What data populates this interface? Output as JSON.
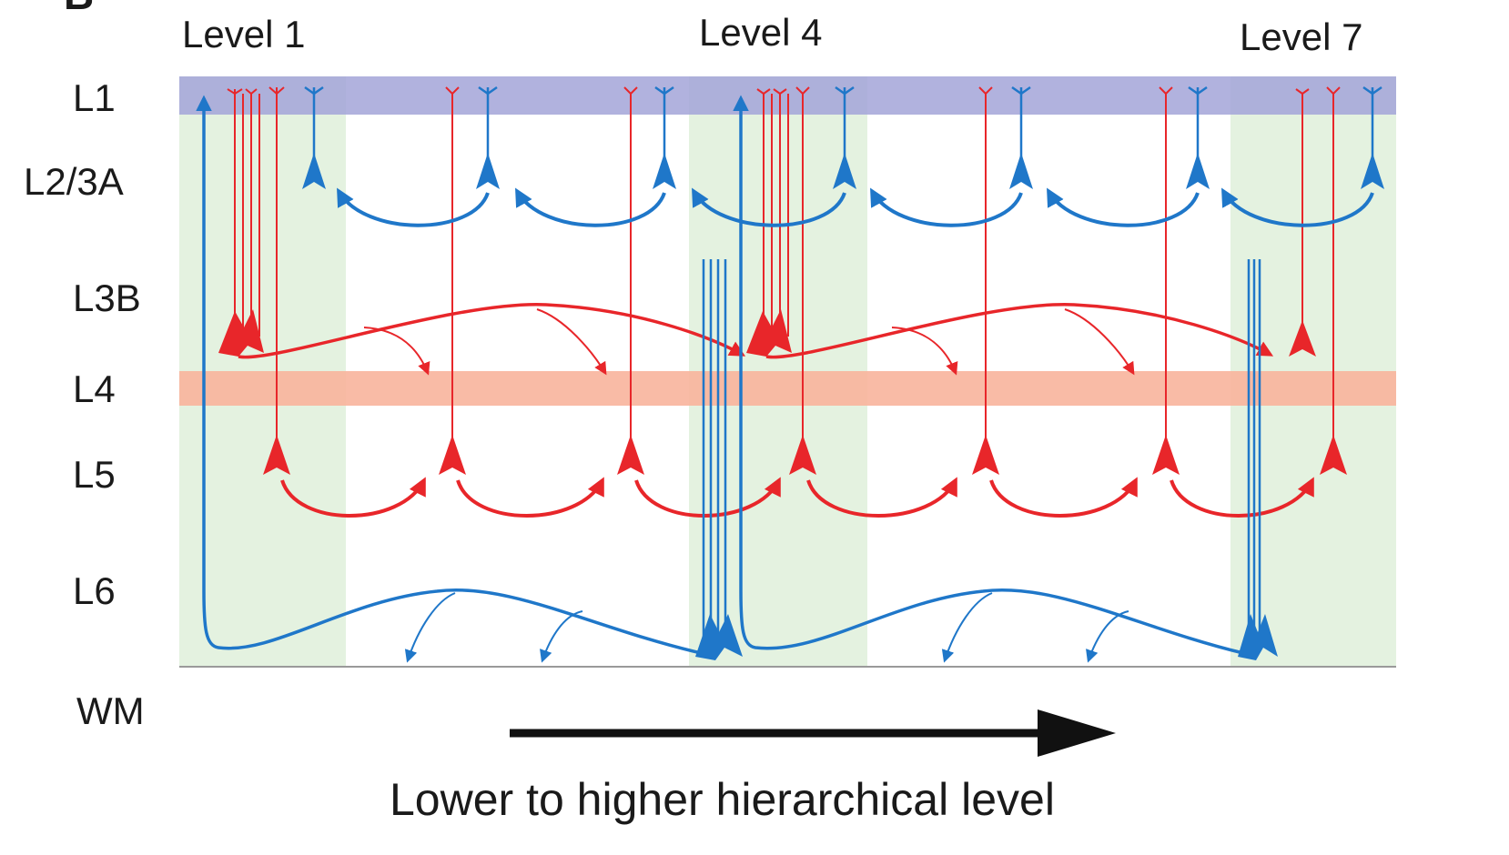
{
  "panel_letter": "B",
  "level_labels": [
    "Level 1",
    "Level 4",
    "Level 7"
  ],
  "layer_labels": [
    "L1",
    "L2/3A",
    "L3B",
    "L4",
    "L5",
    "L6",
    "WM"
  ],
  "axis_caption": "Lower to higher hierarchical level",
  "colors": {
    "feedforward_red": "#e8262a",
    "feedback_blue": "#1f77c9",
    "layer1_band": "#a3a4d8",
    "layer4_band": "#f8b49c",
    "column_shade": "#e4f2e0",
    "arrow_black": "#111111"
  }
}
